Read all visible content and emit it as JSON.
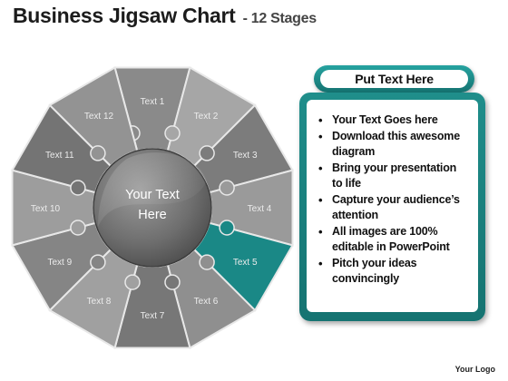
{
  "header": {
    "title": "Business Jigsaw Chart",
    "subtitle": "- 12 Stages"
  },
  "diagram": {
    "center_line1": "Your Text",
    "center_line2": "Here",
    "highlight_color": "#1a8886",
    "stages": [
      {
        "label": "Text 1",
        "highlight": false
      },
      {
        "label": "Text 2",
        "highlight": false
      },
      {
        "label": "Text 3",
        "highlight": false
      },
      {
        "label": "Text 4",
        "highlight": false
      },
      {
        "label": "Text 5",
        "highlight": true
      },
      {
        "label": "Text 6",
        "highlight": false
      },
      {
        "label": "Text 7",
        "highlight": false
      },
      {
        "label": "Text 8",
        "highlight": false
      },
      {
        "label": "Text 9",
        "highlight": false
      },
      {
        "label": "Text 10",
        "highlight": false
      },
      {
        "label": "Text 11",
        "highlight": false
      },
      {
        "label": "Text 12",
        "highlight": false
      }
    ]
  },
  "panel": {
    "header": "Put Text Here",
    "bullets": [
      "Your Text Goes here",
      "Download this awesome diagram",
      "Bring your presentation to life",
      "Capture your audience’s attention",
      "All images are 100% editable in PowerPoint",
      "Pitch your ideas convincingly"
    ]
  },
  "footer": {
    "logo": "Your Logo"
  },
  "colors": {
    "accent": "#1a8886",
    "segment_light": "#a9a9a9",
    "segment_dark": "#5a5a5a"
  }
}
